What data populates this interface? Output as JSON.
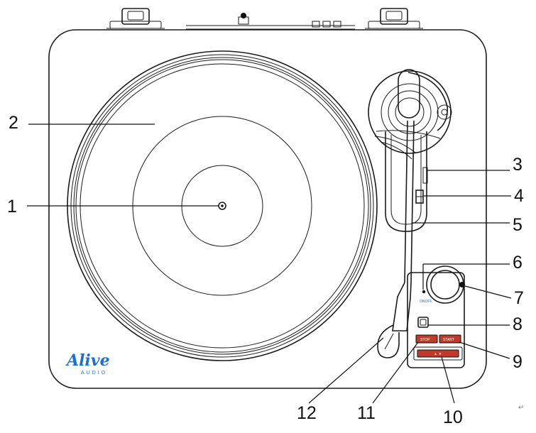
{
  "brand": {
    "logo_text": "Alive",
    "sub_text": "AUDIO",
    "color": "#1f6fd1"
  },
  "buttons": {
    "stop": "STOP",
    "start": "START",
    "long": "▲ ▼"
  },
  "callouts": [
    "1",
    "2",
    "3",
    "4",
    "5",
    "6",
    "7",
    "8",
    "9",
    "10",
    "11",
    "12"
  ],
  "return_mark": "↵"
}
